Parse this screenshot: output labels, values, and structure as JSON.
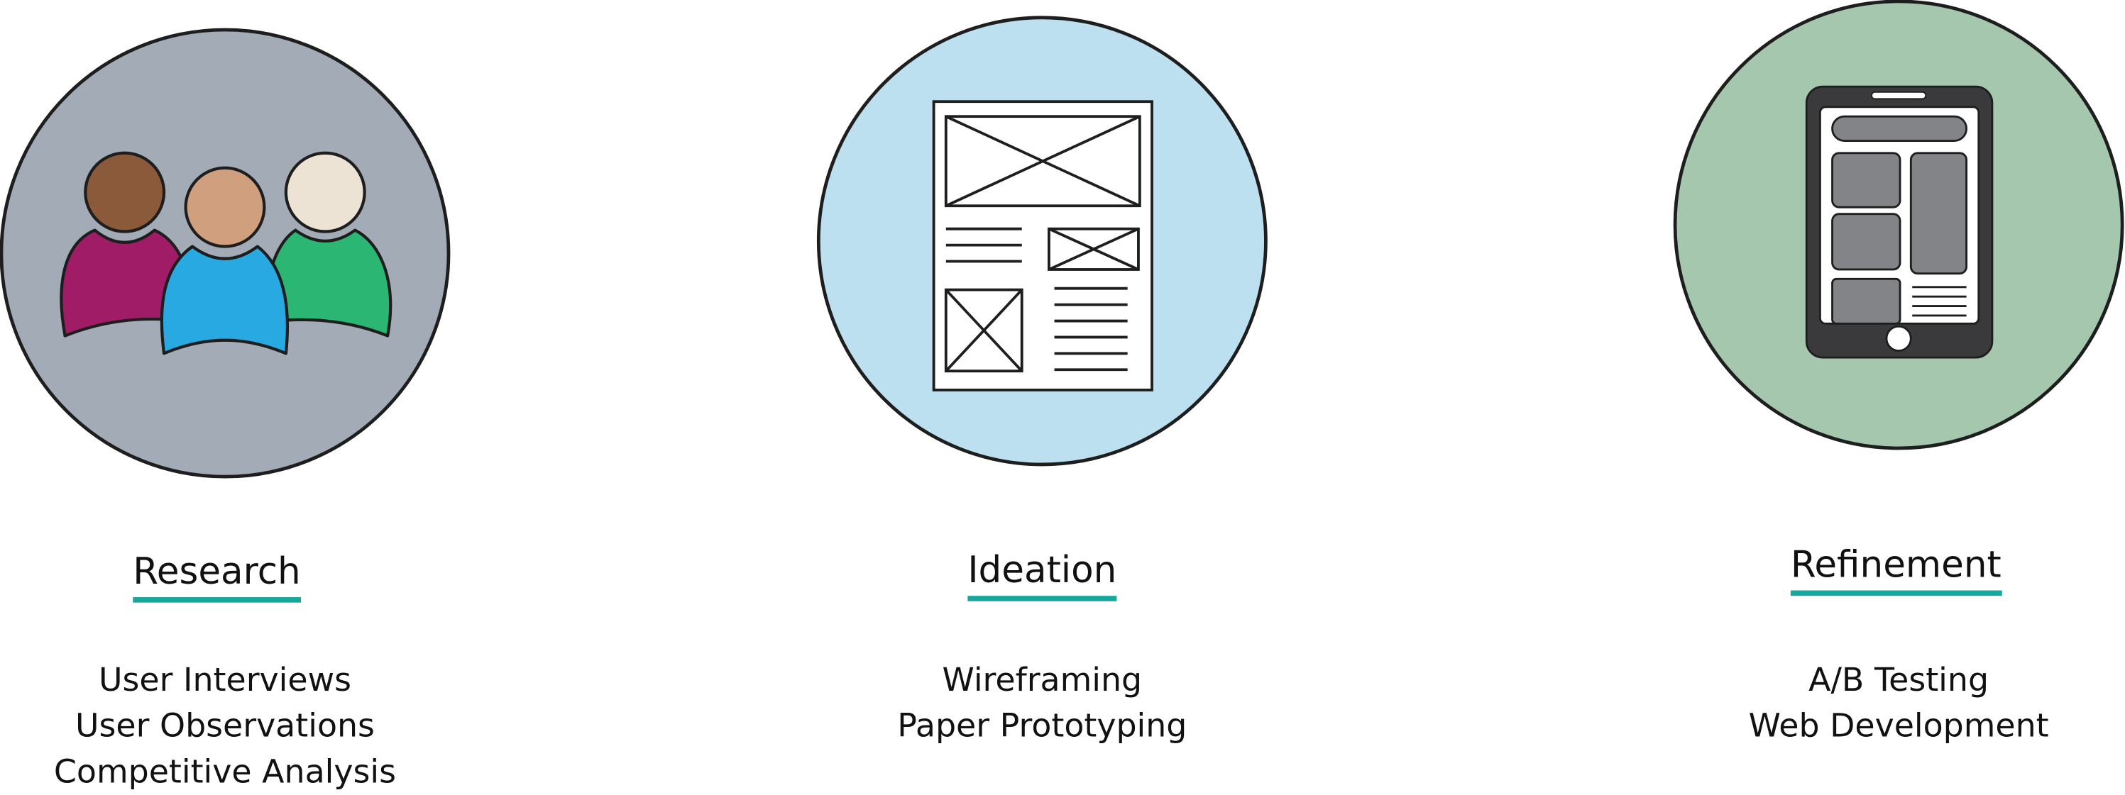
{
  "stages": [
    {
      "heading": "Research",
      "items": [
        "User Interviews",
        "User Observations",
        "Competitive Analysis"
      ],
      "circle_color": "#a3abb6",
      "icon": "users-icon"
    },
    {
      "heading": "Ideation",
      "items": [
        "Wireframing",
        "Paper Prototyping"
      ],
      "circle_color": "#bde0f1",
      "icon": "wireframe-icon"
    },
    {
      "heading": "Refinement",
      "items": [
        "A/B Testing",
        "Web Development"
      ],
      "circle_color": "#a4c7ae",
      "icon": "mobile-device-icon"
    }
  ],
  "colors": {
    "underline": "#18a79c",
    "person_brown_head": "#8a5a3b",
    "person_tan_head": "#d0a07e",
    "person_cream_head": "#ede3d5",
    "person_magenta_body": "#a01c67",
    "person_blue_body": "#29a9e2",
    "person_green_body": "#2bb673",
    "device_frame": "#3a3a3c",
    "device_blocks": "#838487"
  }
}
